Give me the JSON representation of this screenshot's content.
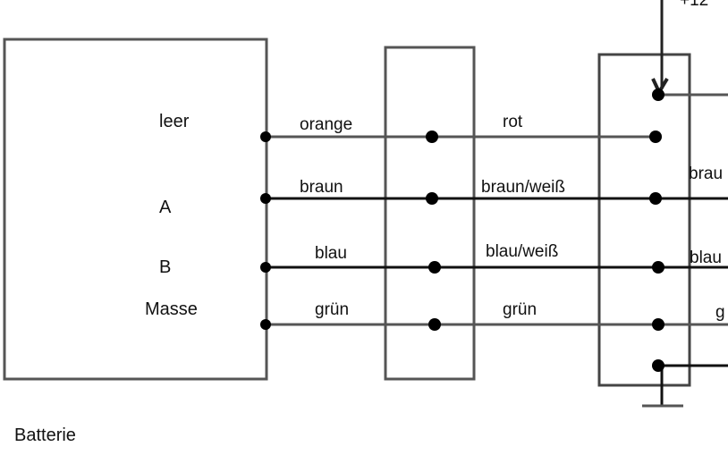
{
  "battery": {
    "label": "Batterie",
    "pins": [
      "leer",
      "A",
      "B",
      "Masse"
    ]
  },
  "wires_left": [
    "orange",
    "braun",
    "blau",
    "grün"
  ],
  "wires_middle": [
    "rot",
    "braun/weiß",
    "blau/weiß",
    "grün"
  ],
  "wires_right": [
    "brau",
    "blau",
    "g"
  ],
  "supply_label": "+12"
}
